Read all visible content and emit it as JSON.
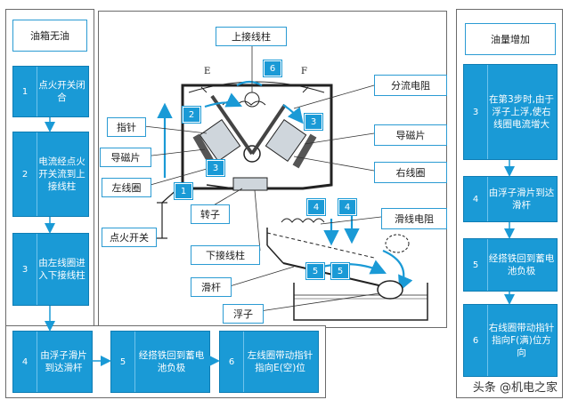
{
  "left_panel": {
    "title": "油箱无油",
    "steps": [
      {
        "num": "1",
        "text": "点火开关闭合"
      },
      {
        "num": "2",
        "text": "电流经点火开关流到上接线柱"
      },
      {
        "num": "3",
        "text": "由左线圈进入下接线柱"
      },
      {
        "num": "4",
        "text": "由浮子滑片到达滑杆"
      }
    ]
  },
  "bottom_steps": [
    {
      "num": "5",
      "text": "经搭铁回到蓄电池负极"
    },
    {
      "num": "6",
      "text": "左线圈带动指针指向E(空)位"
    }
  ],
  "right_panel": {
    "title": "油量增加",
    "steps": [
      {
        "num": "3",
        "text": "在第3步时,由于浮子上浮,使右线圈电流增大"
      },
      {
        "num": "4",
        "text": "由浮子滑片到达滑杆"
      },
      {
        "num": "5",
        "text": "经搭铁回到蓄电池负极"
      },
      {
        "num": "6",
        "text": "右线圈带动指针指向F(满)位方向"
      }
    ]
  },
  "diagram": {
    "labels": {
      "upper_terminal": "上接线柱",
      "shunt_resistor": "分流电阻",
      "pointer": "指针",
      "magnet_left": "导磁片",
      "magnet_right": "导磁片",
      "left_coil": "左线圈",
      "right_coil": "右线圈",
      "rotor": "转子",
      "ignition_switch": "点火开关",
      "lower_terminal": "下接线柱",
      "slide_resistor": "滑线电阻",
      "slide_rod": "滑杆",
      "float": "浮子"
    },
    "gauge_marks": {
      "empty": "E",
      "full": "F"
    },
    "badges": [
      "6",
      "2",
      "3",
      "3",
      "1",
      "4",
      "4",
      "5",
      "5"
    ]
  },
  "watermark": "头条 @机电之家",
  "colors": {
    "accent": "#1a9ad6",
    "border": "#2b9bd3",
    "frame": "#6b6b6b"
  }
}
